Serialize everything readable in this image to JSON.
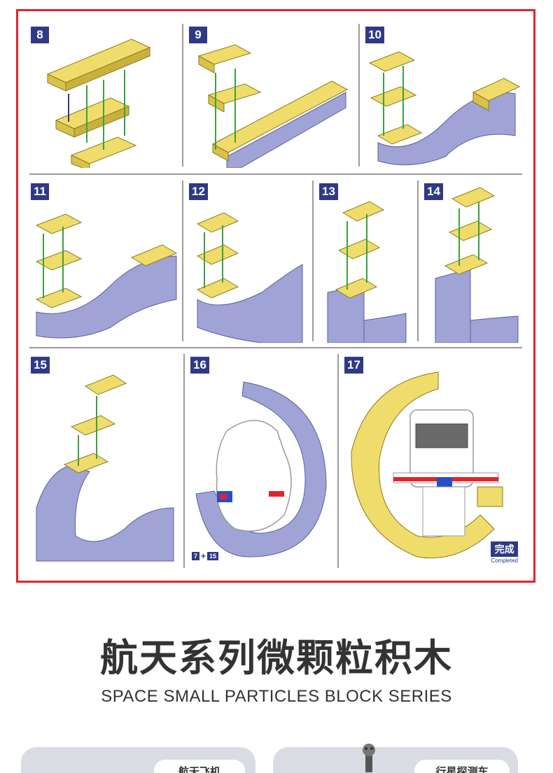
{
  "steps": [
    {
      "number": "8"
    },
    {
      "number": "9"
    },
    {
      "number": "10"
    },
    {
      "number": "11"
    },
    {
      "number": "12"
    },
    {
      "number": "13"
    },
    {
      "number": "14"
    },
    {
      "number": "15"
    },
    {
      "number": "16"
    },
    {
      "number": "17"
    }
  ],
  "step16_ref": {
    "a": "7",
    "plus": "+",
    "b": "15"
  },
  "completed": {
    "cn": "完成",
    "en": "Completed"
  },
  "series": {
    "title": "航天系列微颗粒积木",
    "subtitle": "SPACE SMALL PARTICLES BLOCK SERIES"
  },
  "cards": [
    {
      "label": "航天飞机"
    },
    {
      "label": "行星探测车"
    }
  ],
  "colors": {
    "frame": "#e0242c",
    "badge": "#2f3a86",
    "yellow": "#f0dc6a",
    "lavender": "#9fa3d6",
    "red_line": "#e0242c",
    "green_arrow": "#3aa23a"
  }
}
